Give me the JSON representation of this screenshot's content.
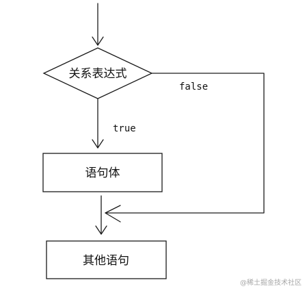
{
  "nodes": {
    "condition": "关系表达式",
    "body": "语句体",
    "next": "其他语句"
  },
  "edges": {
    "true_label": "true",
    "false_label": "false"
  },
  "watermark": "@稀土掘金技术社区",
  "colors": {
    "line": "#1a1a1a",
    "background": "#ffffff",
    "watermark": "#a7a7a7"
  }
}
